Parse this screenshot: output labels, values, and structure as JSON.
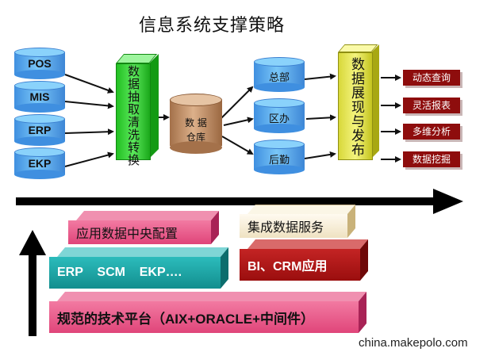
{
  "title": "信息系统支撑策略",
  "sources": [
    "POS",
    "MIS",
    "ERP",
    "EKP"
  ],
  "etl_label": "数据抽取清洗转换",
  "warehouse_label": [
    "数 据",
    "仓库"
  ],
  "regions": [
    "总部",
    "区办",
    "后勤"
  ],
  "presentation_label": "数据展现与发布",
  "outputs": [
    "动态查询",
    "灵活报表",
    "多维分析",
    "数据挖掘"
  ],
  "layers": {
    "app_config": "应用数据中央配置",
    "integration": "集成数据服务",
    "erp_row": "ERP    SCM    EKP….",
    "bi": "BI、CRM应用",
    "platform": "规范的技术平台（AIX+ORACLE+中间件）"
  },
  "watermark": "china.makepolo.com",
  "colors": {
    "cylinder": "#5aa9ec",
    "etl": "#2ecc2e",
    "warehouse": "#c8966a",
    "presentation": "#eaea55",
    "output": "#8e0d0d",
    "layer_pink": "#e0457a",
    "layer_teal": "#16a0a0",
    "layer_cream": "#f3ead0",
    "layer_red": "#b11414"
  }
}
